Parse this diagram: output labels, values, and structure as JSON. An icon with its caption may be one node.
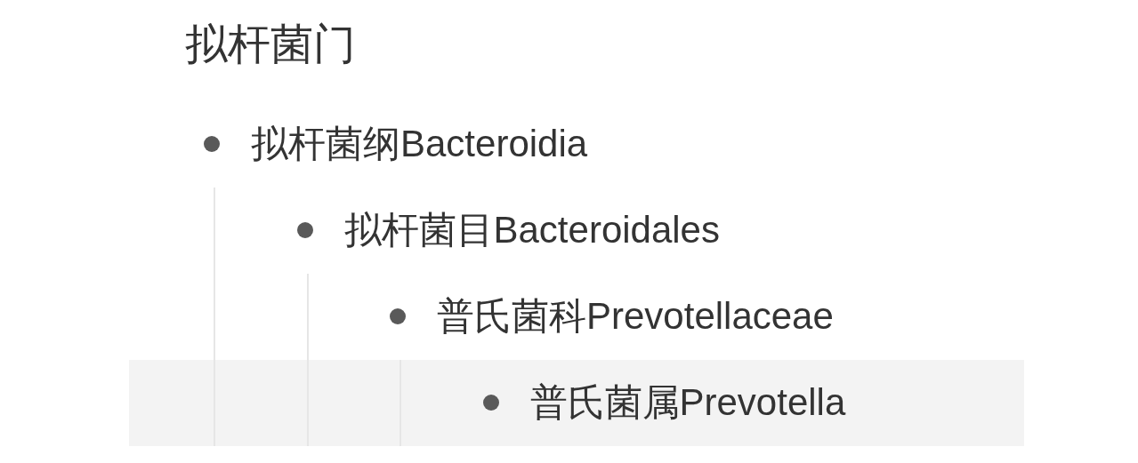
{
  "diagram": {
    "title": "拟杆菌门",
    "nodes": [
      {
        "text": [
          "普氏菌属Prevotella"
        ]
      }
    ],
    "labels": [
      "拟杆菌纲Bacteroidia",
      "拟杆菌目Bacteroidales",
      "普氏菌科Prevotellaceae"
    ]
  }
}
